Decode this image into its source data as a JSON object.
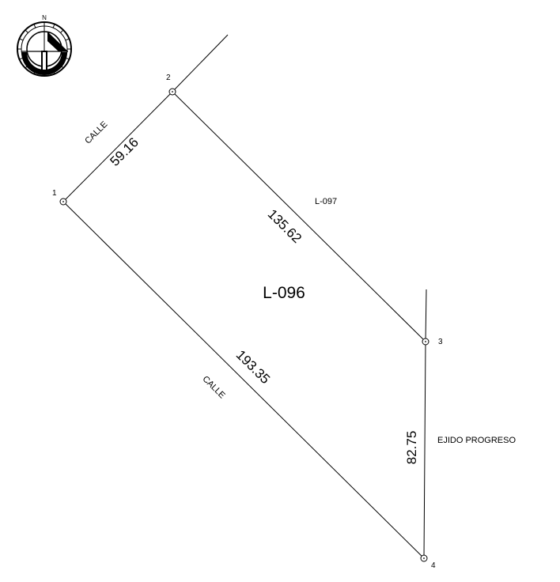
{
  "compass": {
    "north_label": "N",
    "icon": "north-arrow-icon"
  },
  "lot": {
    "label": "L-096"
  },
  "vertices": [
    {
      "id": "1"
    },
    {
      "id": "2"
    },
    {
      "id": "3"
    },
    {
      "id": "4"
    }
  ],
  "edges": [
    {
      "from": "1",
      "to": "2",
      "distance": "59.16"
    },
    {
      "from": "2",
      "to": "3",
      "distance": "135.62"
    },
    {
      "from": "3",
      "to": "4",
      "distance": "82.75"
    },
    {
      "from": "4",
      "to": "1",
      "distance": "193.35"
    }
  ],
  "neighbors": {
    "northwest": "CALLE",
    "northeast": "L-097",
    "east": "EJIDO PROGRESO",
    "southwest": "CALLE"
  }
}
